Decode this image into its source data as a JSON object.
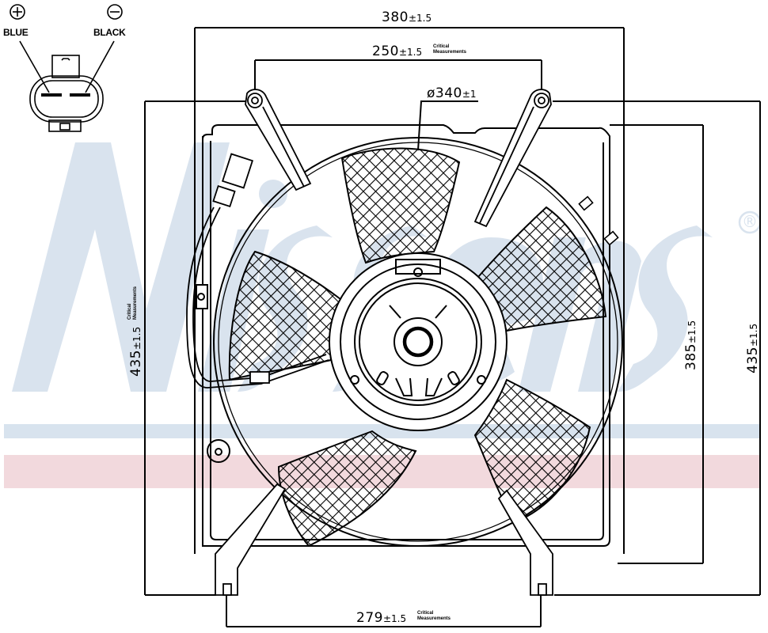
{
  "watermark": {
    "brand": "Nissens",
    "registered_mark": "®",
    "colors": {
      "letters": "#d9e3ee",
      "stripe_blue": "#d8e3ee",
      "stripe_red": "#f2d9dd"
    }
  },
  "connector": {
    "pins": [
      {
        "polarity": "+",
        "wire_color": "BLUE"
      },
      {
        "polarity": "−",
        "wire_color": "BLACK"
      }
    ]
  },
  "dimensions": {
    "overall_width": {
      "value": "380",
      "tolerance": "±1.5"
    },
    "mount_hole_spacing_top": {
      "value": "250",
      "tolerance": "±1.5",
      "note_line1": "Critical",
      "note_line2": "Measurements"
    },
    "fan_diameter": {
      "symbol": "ø",
      "value": "340",
      "tolerance": "±1"
    },
    "overall_height_left": {
      "value": "435",
      "tolerance": "±1.5",
      "note_line1": "Critical",
      "note_line2": "Measurements"
    },
    "inner_height_right": {
      "value": "385",
      "tolerance": "±1.5"
    },
    "overall_height_right": {
      "value": "435",
      "tolerance": "±1.5"
    },
    "foot_spacing_bottom": {
      "value": "279",
      "tolerance": "±1.5",
      "note_line1": "Critical",
      "note_line2": "Measurements"
    }
  },
  "drawing": {
    "subject": "radiator cooling fan assembly",
    "line_color": "#000000",
    "blade_count": 5
  }
}
